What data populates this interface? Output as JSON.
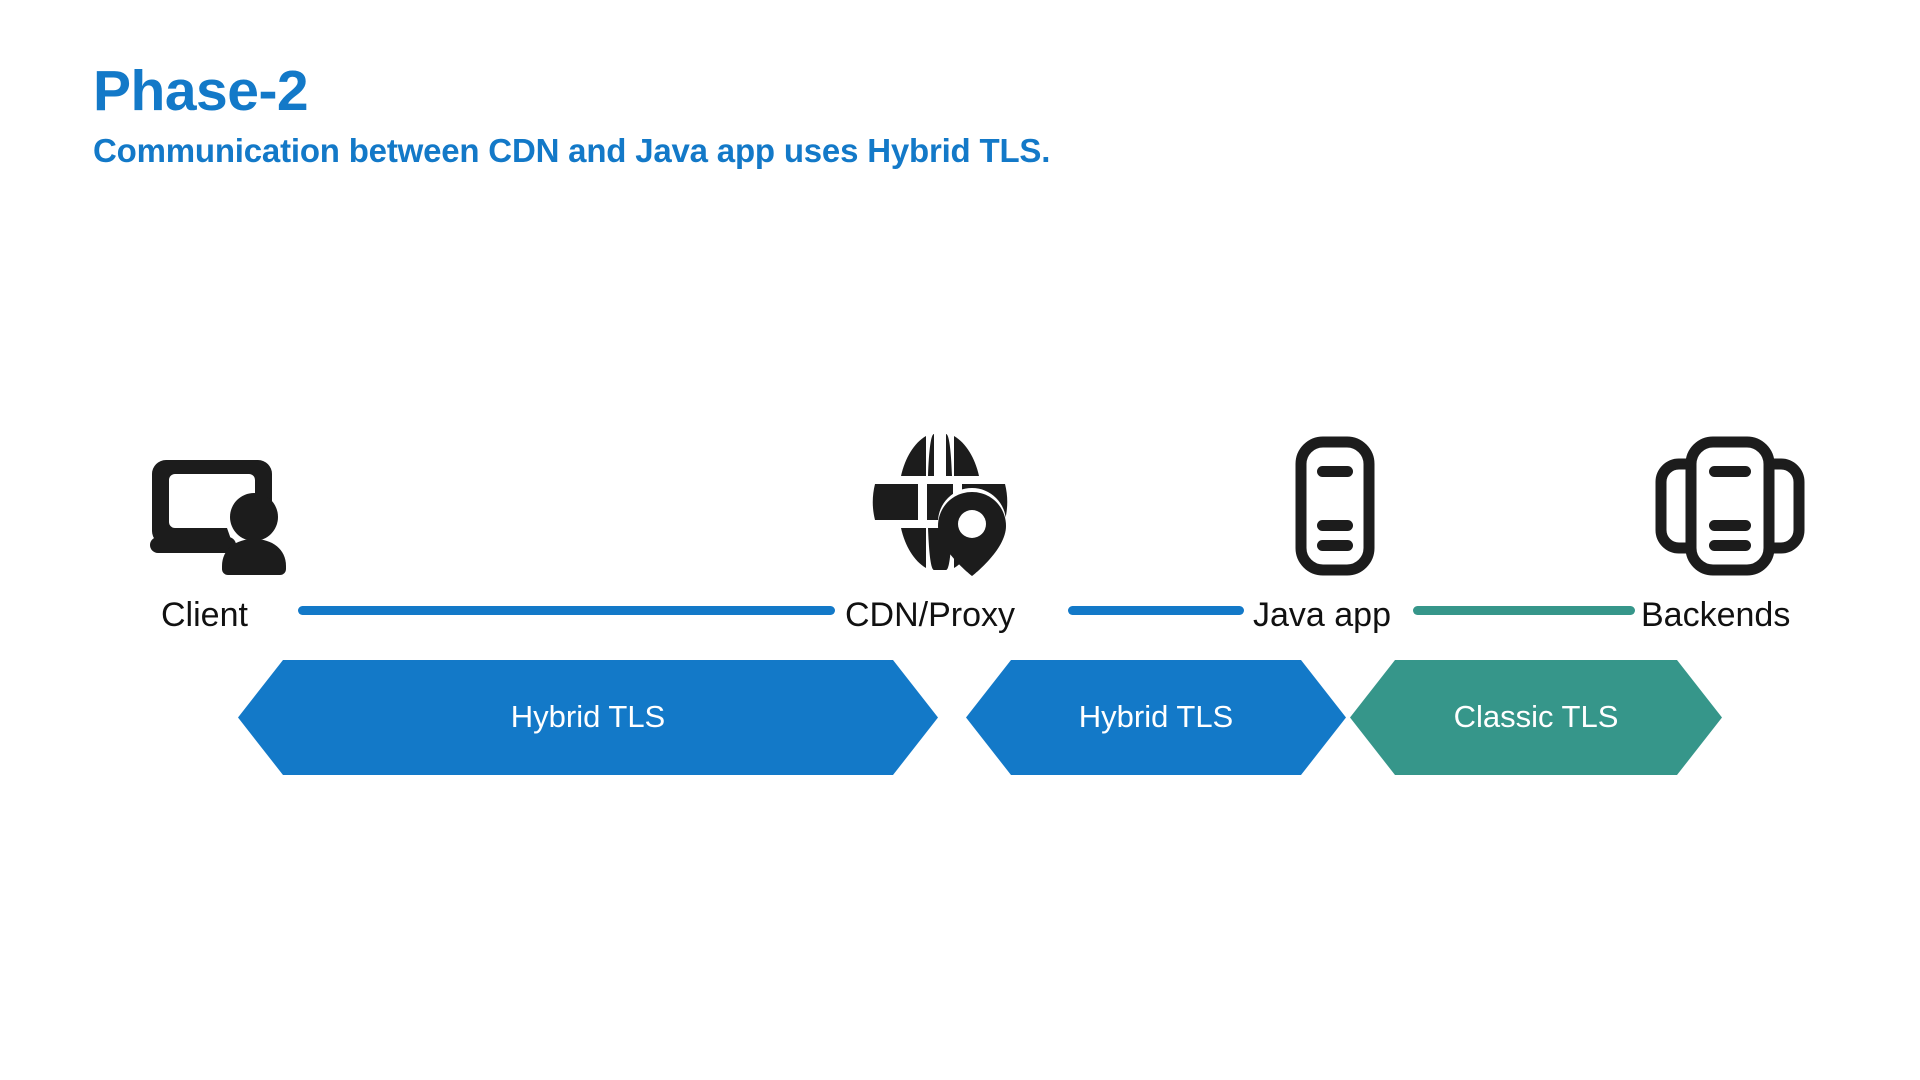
{
  "slide": {
    "background": "#ffffff",
    "title": "Phase-2",
    "subtitle": "Communication between CDN and Java app uses Hybrid TLS.",
    "title_color": "#1379C8"
  },
  "colors": {
    "blue": "#1379C8",
    "teal": "#36968A",
    "icon": "#1C1C1C",
    "chevron_text": "#FFFFFF"
  },
  "diagram": {
    "type": "flow",
    "nodes": [
      {
        "id": "client",
        "label": "Client",
        "icon": "monitor-user-icon"
      },
      {
        "id": "cdn",
        "label": "CDN/Proxy",
        "icon": "globe-location-pin-icon"
      },
      {
        "id": "javaapp",
        "label": "Java app",
        "icon": "server-icon"
      },
      {
        "id": "backends",
        "label": "Backends",
        "icon": "server-stack-icon"
      }
    ],
    "connectors": [
      {
        "from": "client",
        "to": "cdn",
        "color": "#1379C8"
      },
      {
        "from": "cdn",
        "to": "javaapp",
        "color": "#1379C8"
      },
      {
        "from": "javaapp",
        "to": "backends",
        "color": "#36968A"
      }
    ],
    "bands": [
      {
        "label": "Hybrid TLS",
        "color": "#1379C8",
        "span": "client-to-cdn"
      },
      {
        "label": "Hybrid TLS",
        "color": "#1379C8",
        "span": "cdn-to-javaapp"
      },
      {
        "label": "Classic TLS",
        "color": "#36968A",
        "span": "javaapp-to-backends"
      }
    ]
  }
}
